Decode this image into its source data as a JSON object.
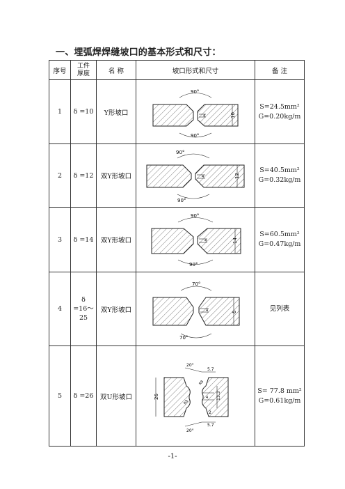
{
  "heading": "一、埋弧焊焊缝坡口的基本形式和尺寸：",
  "headers": {
    "seq": "序号",
    "thickness_line1": "工件",
    "thickness_line2": "厚度",
    "name": "名  称",
    "form": "坡口形式和尺寸",
    "note": "备    注"
  },
  "rows": [
    {
      "seq": "1",
      "thickness": "δ =10",
      "name": "Y形坡口",
      "note_s": "S=24.5mm²",
      "note_g": "G=0.20kg/m",
      "dims": {
        "top_angle": "90°",
        "bottom_angle": "90°",
        "gap": "4",
        "thk": "10"
      }
    },
    {
      "seq": "2",
      "thickness": "δ =12",
      "name": "双Y形坡口",
      "note_s": "S=40.5mm²",
      "note_g": "G=0.32kg/m",
      "dims": {
        "top_angle": "90°",
        "bottom_angle": "90°",
        "gap": "4",
        "thk": "12"
      }
    },
    {
      "seq": "3",
      "thickness": "δ =14",
      "name": "双Y形坡口",
      "note_s": "S=60.5mm²",
      "note_g": "G=0.47kg/m",
      "dims": {
        "top_angle": "90°",
        "bottom_angle": "90°",
        "gap": "4",
        "thk": "14"
      }
    },
    {
      "seq": "4",
      "thickness_l1": "δ",
      "thickness_l2": "=16～",
      "thickness_l3": "25",
      "name": "双Y形坡口",
      "note_s": "见列表",
      "note_g": "",
      "dims": {
        "top_angle": "70°",
        "bottom_angle": "70°",
        "gap": "4",
        "thk": "δ"
      }
    },
    {
      "seq": "5",
      "thickness": "δ =26",
      "name": "双U形坡口",
      "note_s": "S= 77.8 mm²",
      "note_g": "G=0.61kg/m",
      "dims": {
        "top_angle": "20°",
        "bottom_angle": "20°",
        "r_top": "R8",
        "r_bottom": "R8",
        "top_depth": "5.7",
        "bottom_depth": "5.7",
        "root": "2",
        "mid": "13.3",
        "thk": "26",
        "gap": "4"
      }
    }
  ],
  "page_number": "-1-"
}
